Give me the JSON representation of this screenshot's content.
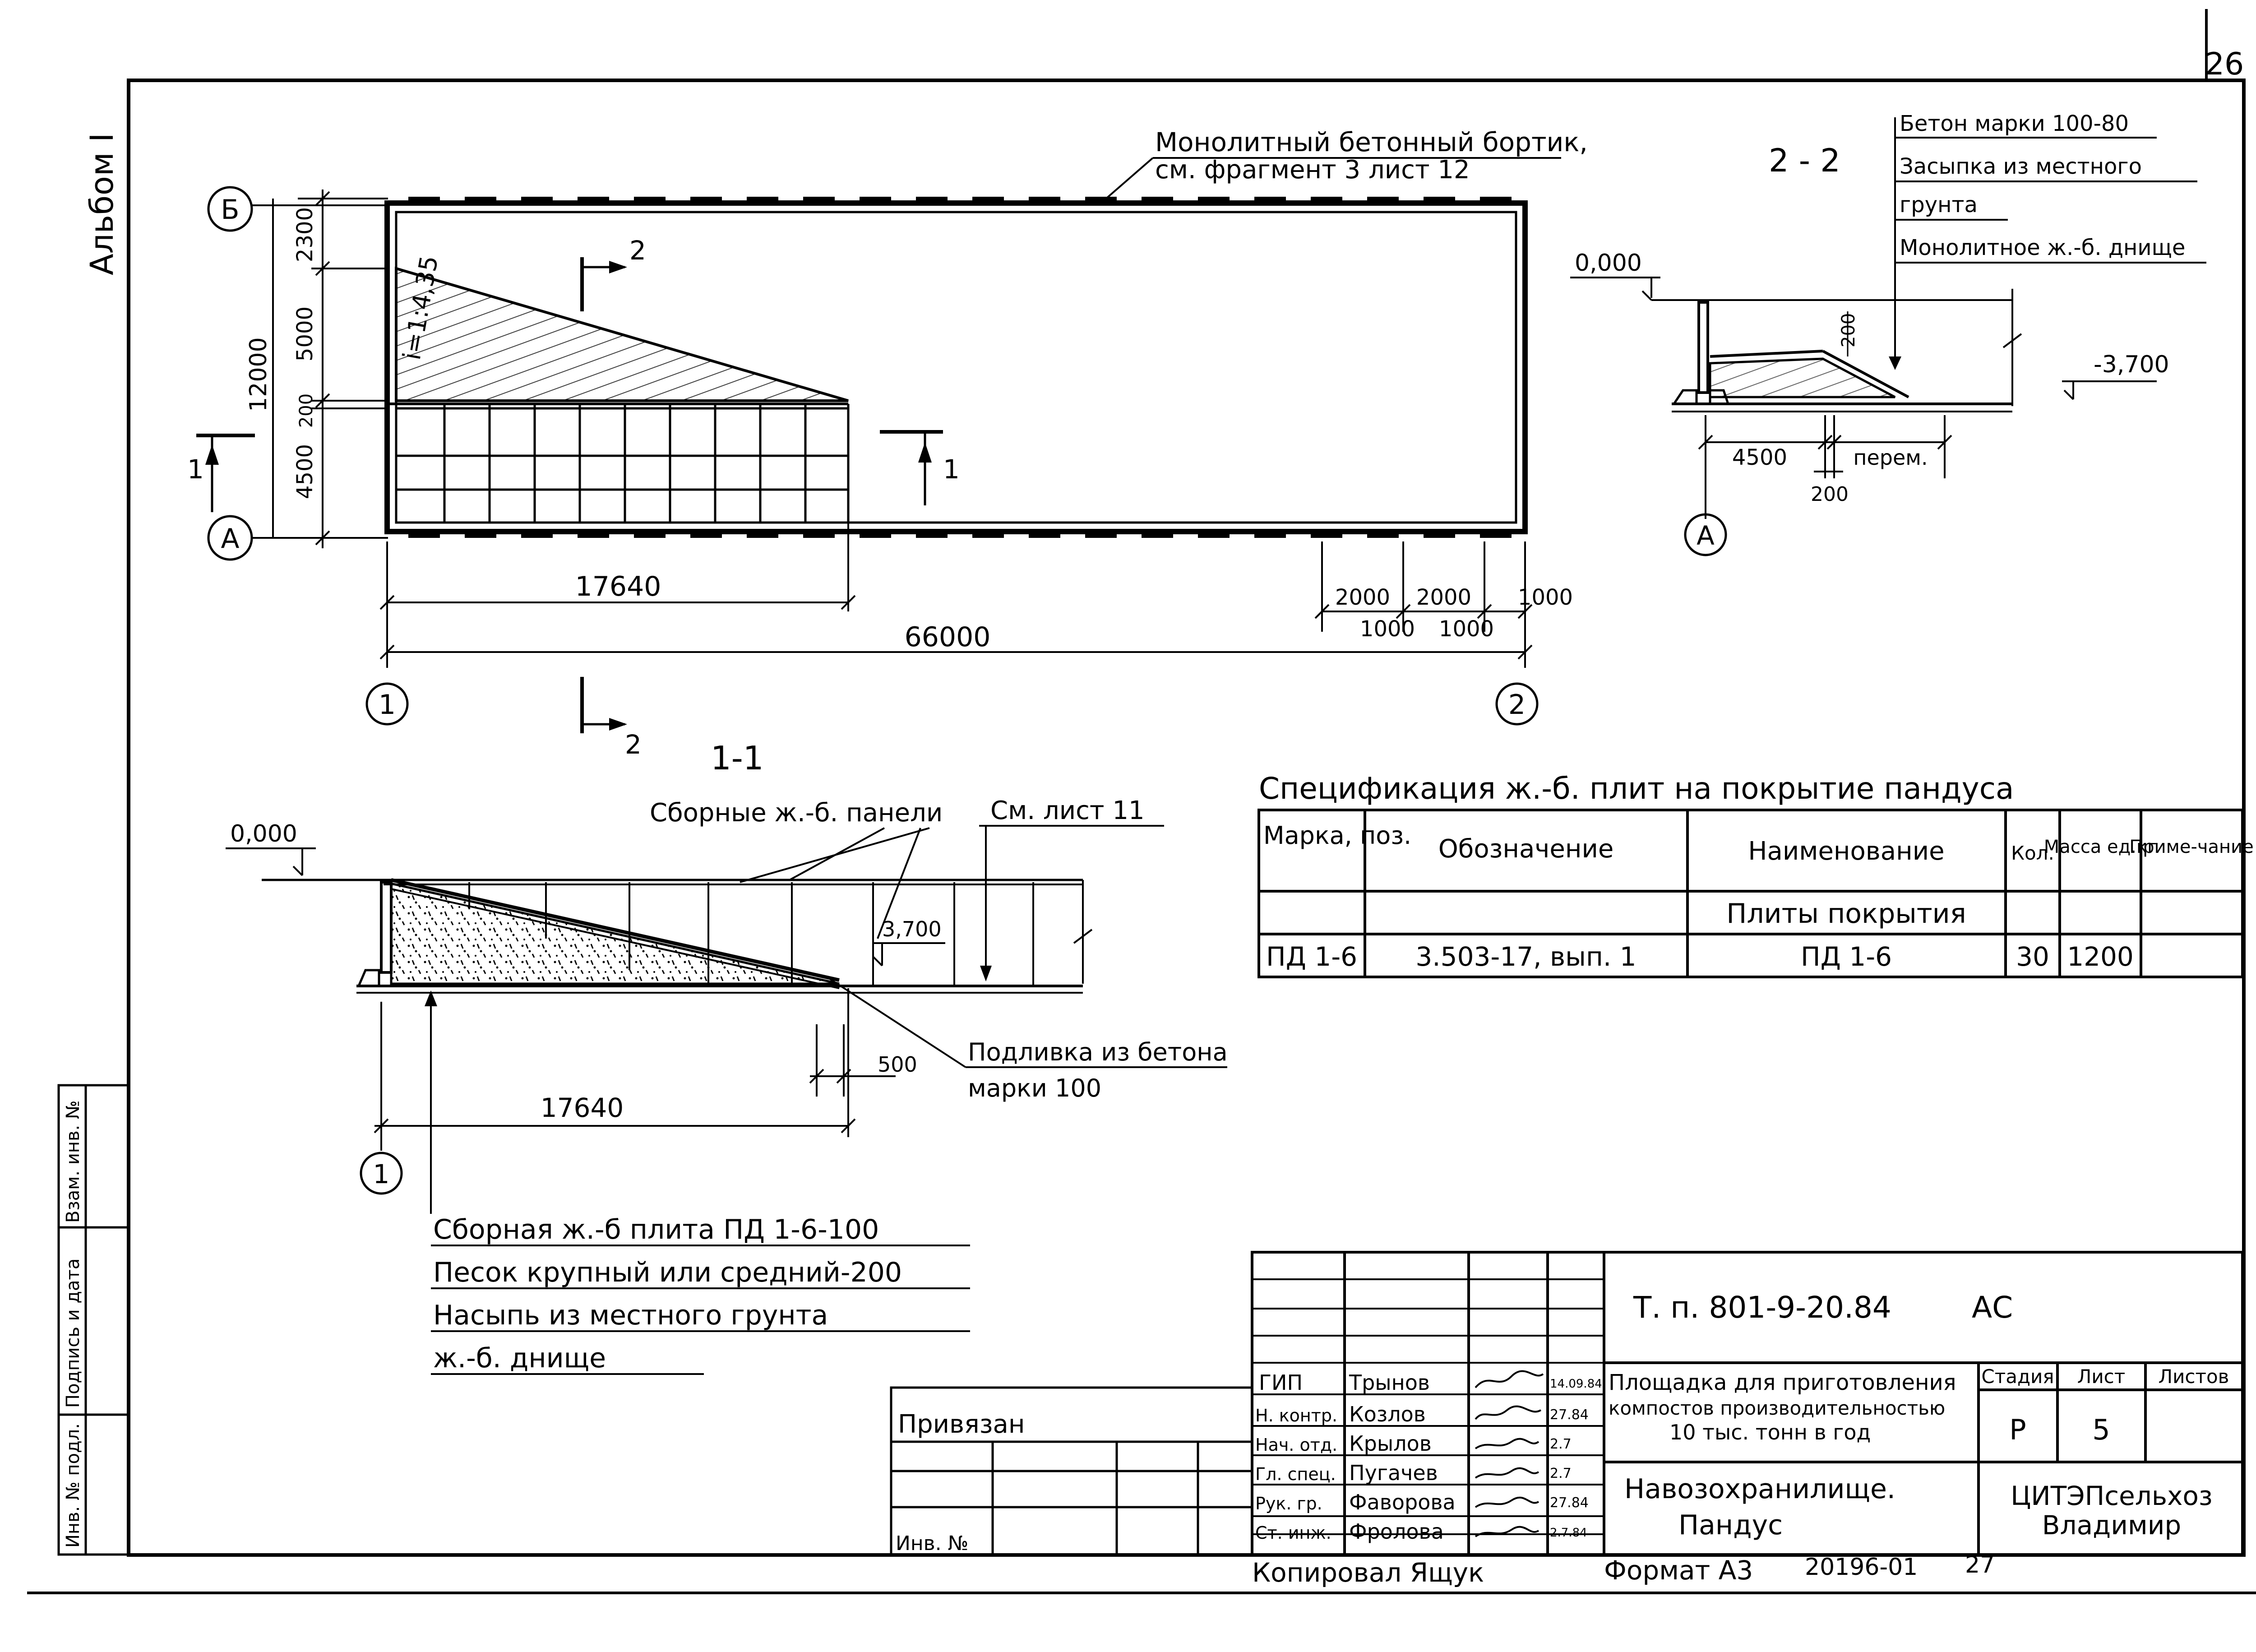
{
  "sheet": {
    "page_number": "26",
    "album": "Альбом I",
    "copied_by": "Копировал Ящук",
    "format": "Формат А3",
    "inventory": "20196-01",
    "extra_number": "27"
  },
  "plan": {
    "axis_b": "Б",
    "axis_a": "А",
    "axis_1": "1",
    "axis_2": "2",
    "dims_vertical": [
      "2300",
      "5000",
      "200",
      "4500"
    ],
    "dim_total_vertical": "12000",
    "slope": "i=1:4,35",
    "dim_ramp": "17640",
    "dim_total": "66000",
    "dims_right": [
      "2000",
      "2000",
      "1000"
    ],
    "dims_right_lower": [
      "1000",
      "1000"
    ],
    "section_mark_1": "1",
    "section_mark_2": "2",
    "note_board_line1": "Монолитный бетонный бортик,",
    "note_board_line2": "см. фрагмент 3 лист 12"
  },
  "section22": {
    "title": "2 - 2",
    "level_top": "0,000",
    "level_bottom": "-3,700",
    "dim_200_vertical": "200",
    "dim_4500": "4500",
    "dim_perem": "перем.",
    "dim_200": "200",
    "axis": "А",
    "callouts": [
      "Бетон марки 100-80",
      "Засыпка из местного",
      "грунта",
      "Монолитное ж.-б. днище"
    ]
  },
  "section11": {
    "title": "1-1",
    "level_top": "0,000",
    "depth": "3,700",
    "dim_500": "500",
    "dim_17640": "17640",
    "axis": "1",
    "callout_panels": "Сборные ж.-б. панели",
    "callout_sheet": "См. лист 11",
    "callout_grout_line1": "Подливка из бетона",
    "callout_grout_line2": "марки 100",
    "layers": [
      "Сборная ж.-б плита ПД 1-6-100",
      "Песок крупный или средний-200",
      "Насыпь из местного грунта",
      "ж.-б. днище"
    ]
  },
  "spec": {
    "title": "Спецификация ж.-б. плит на покрытие пандуса",
    "headers": [
      "Марка, поз.",
      "Обозначение",
      "Наименование",
      "Кол.",
      "Масса ед.кг",
      "Приме-чание"
    ],
    "group_row": "Плиты покрытия",
    "rows": [
      {
        "mark": "ПД 1-6",
        "designation": "3.503-17, вып. 1",
        "name": "ПД 1-6",
        "qty": "30",
        "mass": "1200",
        "note": ""
      }
    ]
  },
  "left_stamp": [
    "Инв. № подл.",
    "Подпись и дата",
    "Взам. инв. №"
  ],
  "title_block": {
    "code": "Т. п. 801-9-20.84",
    "mark": "АС",
    "project_name_lines": [
      "Площадка для приготовления",
      "компостов производительностью",
      "10 тыс. тонн в год"
    ],
    "sheet_name_lines": [
      "Навозохранилище.",
      "Пандус"
    ],
    "org_lines": [
      "ЦИТЭПсельхоз",
      "Владимир"
    ],
    "stage_header": "Стадия",
    "sheet_header": "Лист",
    "sheets_header": "Листов",
    "stage": "Р",
    "sheet": "5",
    "bound": "Привязан",
    "inv_no": "Инв. №",
    "staff": [
      {
        "role": "ГИП",
        "name": "Трынов",
        "date": "14.09.84"
      },
      {
        "role": "Н. контр.",
        "name": "Козлов",
        "date": "27.84"
      },
      {
        "role": "Нач. отд.",
        "name": "Крылов",
        "date": "2.7"
      },
      {
        "role": "Гл. спец.",
        "name": "Пугачев",
        "date": "2.7"
      },
      {
        "role": "Рук. гр.",
        "name": "Фаворова",
        "date": "27.84"
      },
      {
        "role": "Ст. инж.",
        "name": "Фролова",
        "date": "2.7.84"
      }
    ]
  }
}
